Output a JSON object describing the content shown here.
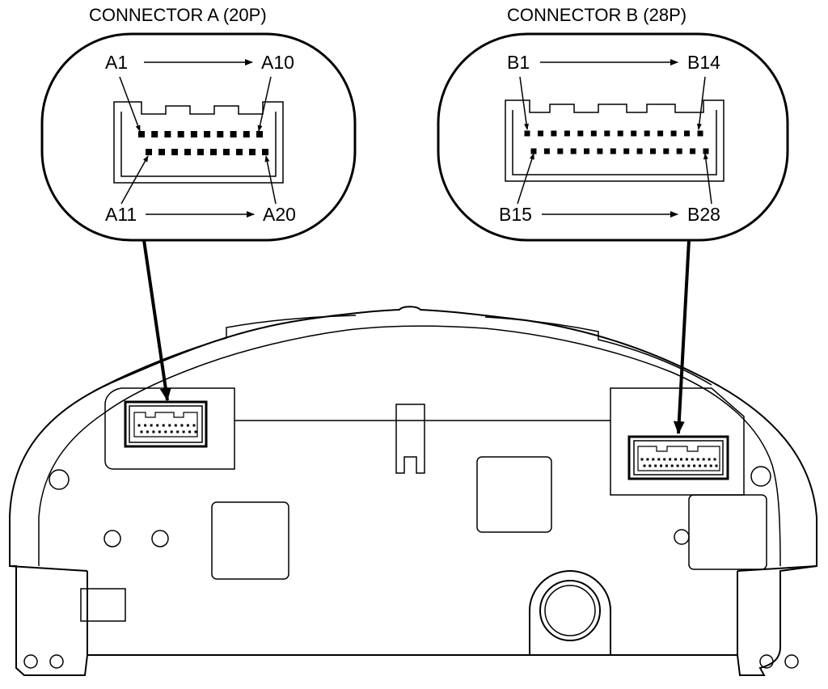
{
  "connector_a": {
    "title": "CONNECTOR A (20P)",
    "top_start": "A1",
    "top_end": "A10",
    "bottom_start": "A11",
    "bottom_end": "A20",
    "top_row_pins": 10,
    "bottom_row_pins": 10
  },
  "connector_b": {
    "title": "CONNECTOR B (28P)",
    "top_start": "B1",
    "top_end": "B14",
    "bottom_start": "B15",
    "bottom_end": "B28",
    "top_row_pins": 14,
    "bottom_row_pins": 14
  }
}
